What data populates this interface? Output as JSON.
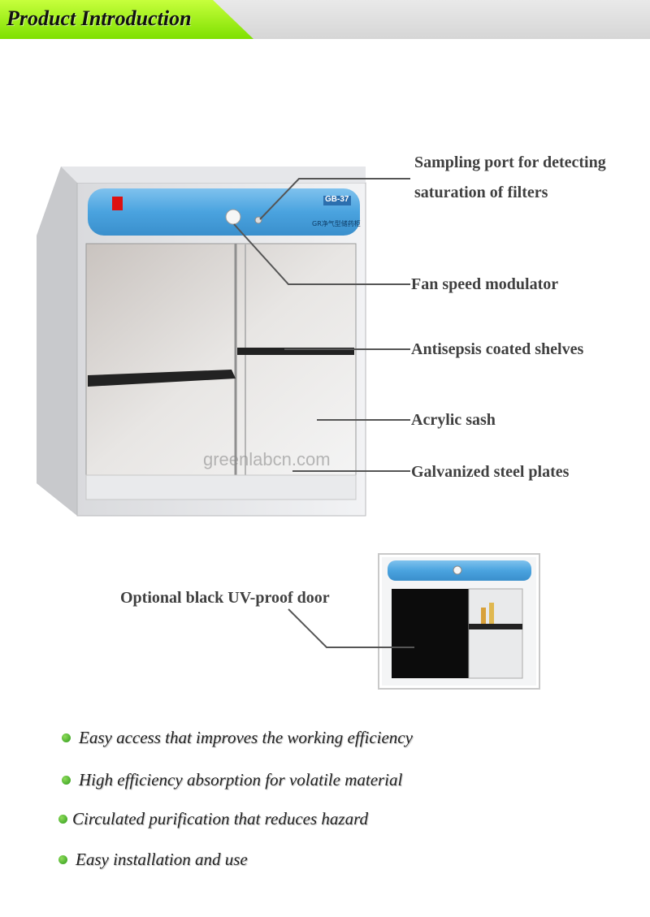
{
  "banner": {
    "title": "Product Introduction"
  },
  "cabinet": {
    "panel_badge": "GB-37",
    "panel_label": "GR净气型储药柜",
    "watermark": "greenlabcn.com"
  },
  "callouts": {
    "sampling_port_line1": "Sampling port for detecting",
    "sampling_port_line2": "saturation of filters",
    "fan_speed": "Fan speed modulator",
    "shelves": "Antisepsis coated shelves",
    "sash": "Acrylic sash",
    "plates": "Galvanized steel plates",
    "uv_door": "Optional black UV-proof door"
  },
  "features": [
    "Easy access that improves the working efficiency",
    "High efficiency absorption for volatile material",
    "Circulated purification that reduces hazard",
    "Easy installation and use"
  ],
  "colors": {
    "banner_green": "#9cf000",
    "panel_blue": "#4aa3df",
    "bullet_green": "#2d9a1b"
  }
}
